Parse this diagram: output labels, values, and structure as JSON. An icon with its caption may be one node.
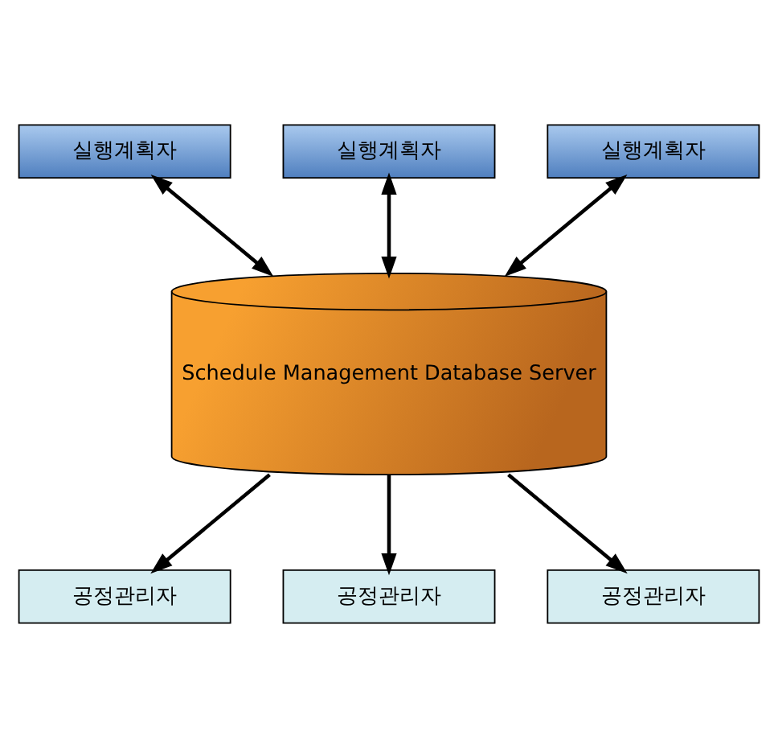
{
  "diagram": {
    "nodes": [
      {
        "text": [
          "실행계획자"
        ]
      },
      {
        "text": [
          "실행계획자"
        ]
      },
      {
        "text": [
          "실행계획자"
        ]
      },
      {
        "text": [
          "Schedule Management Database Server"
        ]
      },
      {
        "text": [
          "공정관리자"
        ]
      },
      {
        "text": [
          "공정관리자"
        ]
      },
      {
        "text": [
          "공정관리자"
        ]
      }
    ],
    "edges": [
      {
        "from": 0,
        "to": 3,
        "arrow": "both"
      },
      {
        "from": 1,
        "to": 3,
        "arrow": "both"
      },
      {
        "from": 2,
        "to": 3,
        "arrow": "both"
      },
      {
        "from": 3,
        "to": 4,
        "arrow": "to"
      },
      {
        "from": 3,
        "to": 5,
        "arrow": "to"
      },
      {
        "from": 3,
        "to": 6,
        "arrow": "to"
      }
    ]
  }
}
